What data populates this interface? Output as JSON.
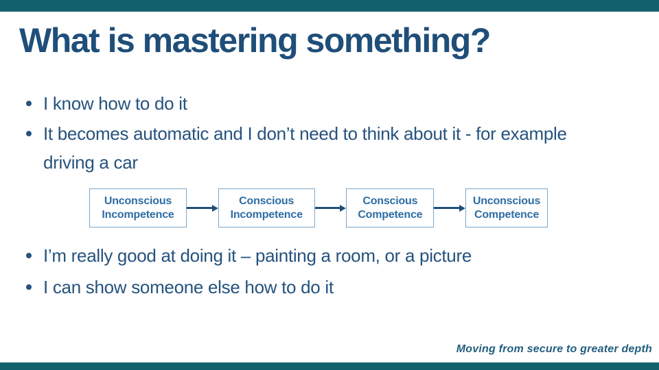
{
  "title": "What is mastering something?",
  "bullets_top": [
    "I know how to do it",
    "It becomes automatic and I don’t need to think about it - for example driving a car"
  ],
  "stages": [
    {
      "line1": "Unconscious",
      "line2": "Incompetence"
    },
    {
      "line1": "Conscious",
      "line2": "Incompetence"
    },
    {
      "line1": "Conscious",
      "line2": "Competence"
    },
    {
      "line1": "Unconscious",
      "line2": "Competence"
    }
  ],
  "bullets_bottom": [
    "I’m really good at doing it – painting a room, or a picture",
    "I can show someone else how to do it"
  ],
  "footer": "Moving from secure to greater depth",
  "colors": {
    "bar": "#13606F",
    "title": "#1F4E79",
    "body": "#26527D",
    "box_border": "#7BA6C9",
    "box_text": "#2E6DA4",
    "arrow": "#1F4E79",
    "footer": "#235E80"
  }
}
